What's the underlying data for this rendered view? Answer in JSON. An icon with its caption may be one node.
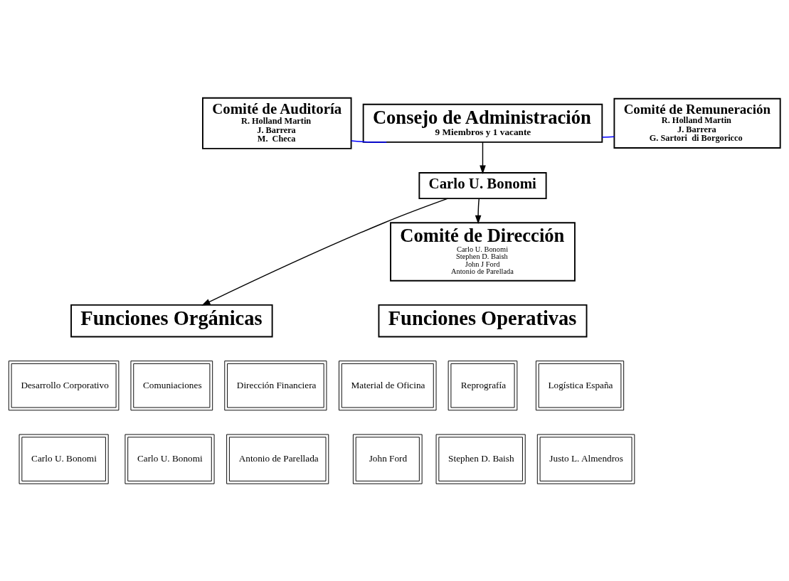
{
  "diagram": {
    "nodes": [
      {
        "text": [
          "Comité de Auditoría",
          "R. Holland Martin",
          "J. Barrera",
          "M.  Checa"
        ]
      },
      {
        "text": [
          "Consejo de Administración",
          "9 Miembros y 1 vacante"
        ]
      },
      {
        "text": [
          "Comité de Remuneración",
          "R. Holland Martin",
          "J. Barrera",
          "G. Sartori  di Borgoricco"
        ]
      },
      {
        "text": [
          "Carlo U. Bonomi"
        ]
      },
      {
        "text": [
          "Comité de Dirección",
          "Carlo U. Bonomi",
          "Stephen D. Baish",
          "John J Ford",
          "Antonio de Parellada"
        ]
      },
      {
        "text": [
          "Funciones Orgánicas"
        ]
      },
      {
        "text": [
          "Dirección Financiera"
        ]
      },
      {
        "text": [
          "Desarrollo Corporativo"
        ]
      },
      {
        "text": [
          "Comuniaciones"
        ]
      },
      {
        "text": [
          "Antonio de Parellada"
        ]
      },
      {
        "text": [
          "Carlo U. Bonomi"
        ]
      },
      {
        "text": [
          "Carlo U. Bonomi"
        ]
      },
      {
        "text": [
          "Funciones Operativas"
        ]
      },
      {
        "text": [
          "Material de Oficina"
        ]
      },
      {
        "text": [
          "Reprografía"
        ]
      },
      {
        "text": [
          "Logística España"
        ]
      },
      {
        "text": [
          "John Ford"
        ]
      },
      {
        "text": [
          "Stephen D. Baish"
        ]
      },
      {
        "text": [
          "Justo L. Almendros"
        ]
      }
    ],
    "edges": [
      {
        "from": 0,
        "to": 1,
        "arrow": "none",
        "color": "#0000ff"
      },
      {
        "from": 1,
        "to": 2,
        "arrow": "none",
        "color": "#0000ff"
      },
      {
        "from": 1,
        "to": 3,
        "arrow": "to"
      },
      {
        "from": 3,
        "to": 5,
        "arrow": "to"
      },
      {
        "from": 3,
        "to": 4,
        "arrow": "to"
      }
    ]
  }
}
